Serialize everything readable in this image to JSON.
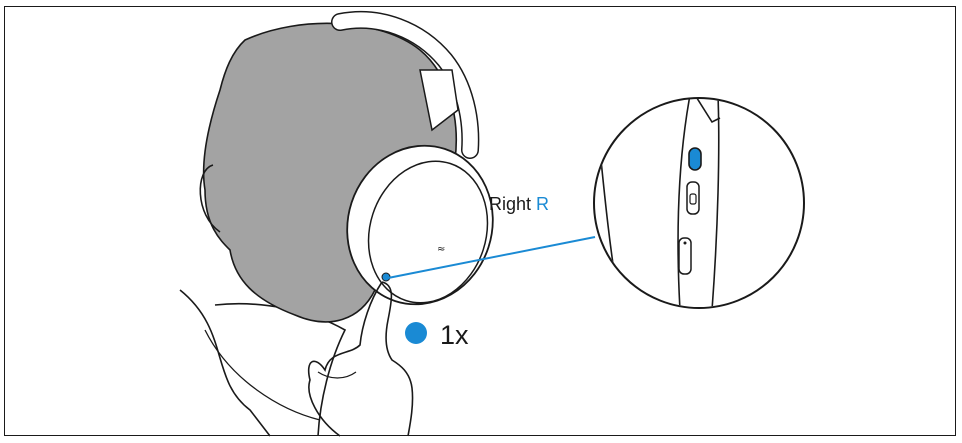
{
  "label": {
    "side_word": "Right",
    "side_letter": "R"
  },
  "press": {
    "count_text": "1x"
  },
  "colors": {
    "accent": "#1a8ad4",
    "head_fill": "#a3a3a3",
    "line": "#1a1a1a"
  },
  "icons": [
    "blue-dot-icon",
    "headphone-button-icon"
  ]
}
